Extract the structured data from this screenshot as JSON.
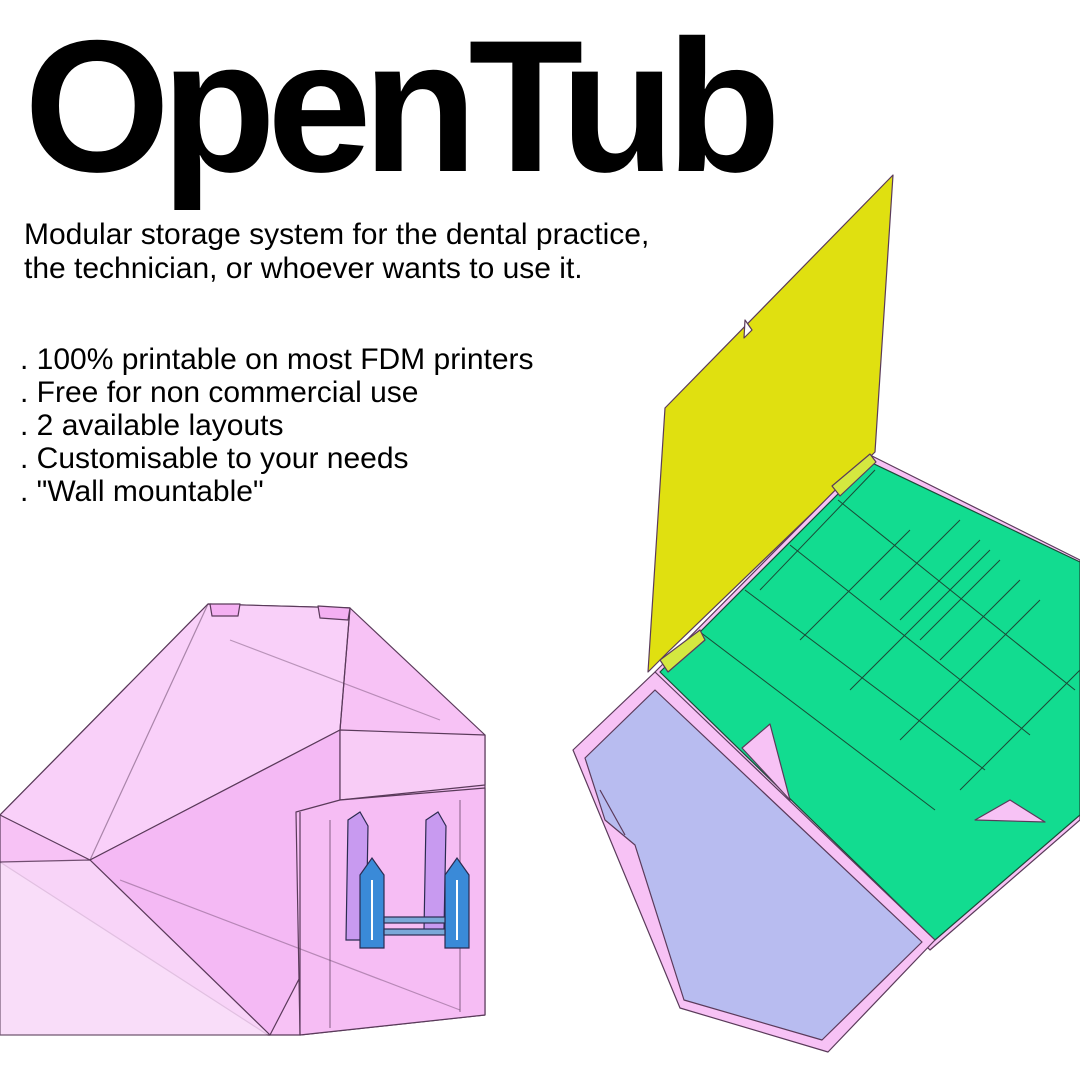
{
  "title": "OpenTub",
  "tagline": {
    "line1": "Modular storage system for the dental practice,",
    "line2": "the technician, or whoever wants to use it."
  },
  "features": [
    ". 100% printable on most FDM printers",
    ". Free for non commercial use",
    ". 2 available layouts",
    ". Customisable to your needs",
    ". \"Wall mountable\""
  ],
  "illustrations": {
    "left": "tub-back-view-with-wall-mount-clips",
    "right": "tub-open-lid-with-compartments"
  },
  "colors": {
    "tub_body": "#f7c2f5",
    "tub_outline": "#5a3a5a",
    "lid": "#e0e010",
    "compartments": "#12dc90",
    "front_panel": "#b8bcf0",
    "mount_clip": "#3a8ad8",
    "mount_holder": "#c89af0"
  }
}
